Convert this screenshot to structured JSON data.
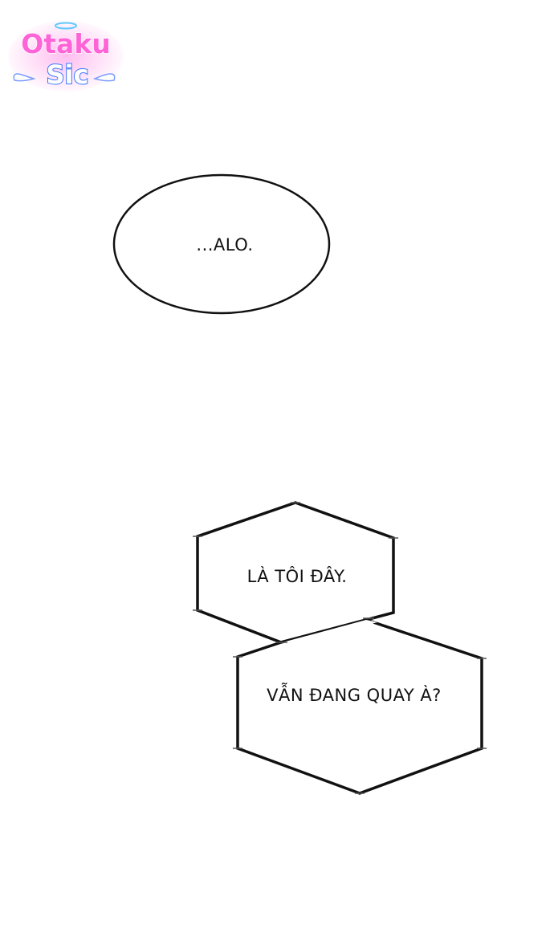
{
  "watermark": {
    "line1": "Otaku",
    "line2": "Sic",
    "colors": {
      "pink": "#ff63d8",
      "purple": "#7b3fd6",
      "blue": "#3b78ff",
      "white": "#ffffff"
    }
  },
  "bubbles": [
    {
      "shape": "oval",
      "text": "...ALO."
    },
    {
      "shape": "hexagon",
      "text": "LÀ TÔI ĐÂY."
    },
    {
      "shape": "hexagon",
      "text": "VẪN ĐANG QUAY À?"
    }
  ],
  "colors": {
    "background": "#ffffff",
    "outline": "#111111",
    "text": "#111111"
  }
}
